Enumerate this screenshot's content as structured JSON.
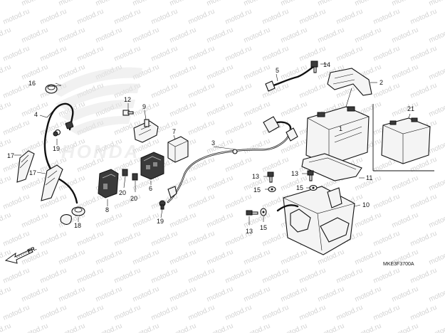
{
  "watermark": {
    "text": "motod.ru"
  },
  "background_logo": {
    "text": "HONDA"
  },
  "direction_marker": {
    "text": "FR.",
    "icon": "front-arrow-icon"
  },
  "diagram_code": "MKE3F3700A",
  "callouts": [
    {
      "id": "c1",
      "label": "1"
    },
    {
      "id": "c2",
      "label": "2"
    },
    {
      "id": "c3",
      "label": "3"
    },
    {
      "id": "c4",
      "label": "4"
    },
    {
      "id": "c5",
      "label": "5"
    },
    {
      "id": "c6",
      "label": "6"
    },
    {
      "id": "c7",
      "label": "7"
    },
    {
      "id": "c8",
      "label": "8"
    },
    {
      "id": "c9",
      "label": "9"
    },
    {
      "id": "c10",
      "label": "10"
    },
    {
      "id": "c11",
      "label": "11"
    },
    {
      "id": "c12",
      "label": "12"
    },
    {
      "id": "c13a",
      "label": "13"
    },
    {
      "id": "c13b",
      "label": "13"
    },
    {
      "id": "c13c",
      "label": "13"
    },
    {
      "id": "c14",
      "label": "14"
    },
    {
      "id": "c15a",
      "label": "15"
    },
    {
      "id": "c15b",
      "label": "15"
    },
    {
      "id": "c15c",
      "label": "15"
    },
    {
      "id": "c16",
      "label": "16"
    },
    {
      "id": "c17a",
      "label": "17"
    },
    {
      "id": "c17b",
      "label": "17"
    },
    {
      "id": "c18",
      "label": "18"
    },
    {
      "id": "c19a",
      "label": "19"
    },
    {
      "id": "c19b",
      "label": "19"
    },
    {
      "id": "c20a",
      "label": "20"
    },
    {
      "id": "c20b",
      "label": "20"
    },
    {
      "id": "c21",
      "label": "21"
    }
  ]
}
